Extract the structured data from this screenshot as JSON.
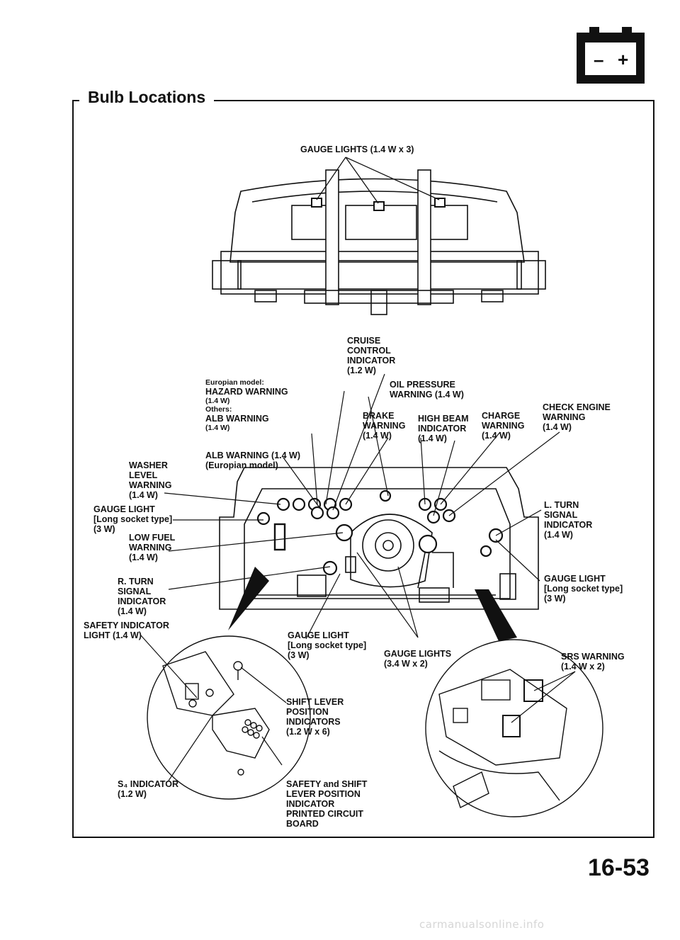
{
  "header": {
    "section_title": "Bulb Locations",
    "battery_icon": "battery-icon",
    "battery_minus": "–",
    "battery_plus": "+"
  },
  "footer": {
    "page_number": "16-53",
    "watermark": "carmanualsonline.info"
  },
  "labels": {
    "gauge_lights_top": "GAUGE LIGHTS (1.4 W x 3)",
    "cruise": "CRUISE\nCONTROL\nINDICATOR\n(1.2 W)",
    "europe_model": "Europian model:",
    "hazard": "HAZARD WARNING",
    "hazard_w": "(1.4 W)",
    "others": "Others:",
    "alb": "ALB WARNING",
    "alb_w": "(1.4 W)",
    "oil": "OIL PRESSURE\nWARNING (1.4 W)",
    "brake": "BRAKE\nWARNING\n(1.4 W)",
    "high_beam": "HIGH BEAM\nINDICATOR\n(1.4 W)",
    "charge": "CHARGE\nWARNING\n(1.4 W)",
    "check_engine": "CHECK ENGINE\nWARNING\n(1.4 W)",
    "alb_euro": "ALB WARNING (1.4 W)\n(Europian model)",
    "washer": "WASHER\nLEVEL\nWARNING\n(1.4 W)",
    "gauge_light_left": "GAUGE LIGHT\n[Long socket type]\n(3 W)",
    "low_fuel": "LOW FUEL\nWARNING\n(1.4 W)",
    "r_turn": "R. TURN\nSIGNAL\nINDICATOR\n(1.4 W)",
    "l_turn": "L. TURN\nSIGNAL\nINDICATOR\n(1.4 W)",
    "gauge_light_right": "GAUGE LIGHT\n[Long socket type]\n(3 W)",
    "safety_light": "SAFETY INDICATOR\nLIGHT (1.4 W)",
    "gauge_light_center": "GAUGE LIGHT\n[Long socket type]\n(3 W)",
    "gauge_lights_center": "GAUGE LIGHTS\n(3.4 W x 2)",
    "srs": "SRS WARNING\n(1.4 W x 2)",
    "shift_lever": "SHIFT LEVER\nPOSITION\nINDICATORS\n(1.2 W x 6)",
    "s4": "S₄ INDICATOR\n(1.2 W)",
    "safety_pcb": "SAFETY and SHIFT\nLEVER POSITION\nINDICATOR\nPRINTED CIRCUIT\nBOARD"
  }
}
